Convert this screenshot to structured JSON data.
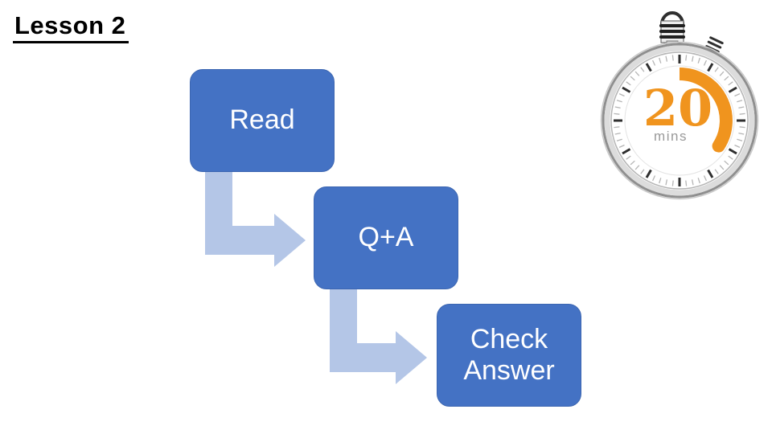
{
  "slide": {
    "title": "Lesson 2",
    "background_color": "#ffffff",
    "title_color": "#000000"
  },
  "flow": {
    "steps": [
      {
        "label": "Read"
      },
      {
        "label": "Q+A"
      },
      {
        "label": "Check Answer"
      }
    ],
    "box_color": "#4472C4",
    "box_text_color": "#ffffff",
    "arrow_color": "#B4C6E7"
  },
  "timer": {
    "value": "20",
    "unit": "mins",
    "minutes": 20,
    "dial_total_minutes": 60,
    "accent_color": "#F0941E",
    "unit_color": "#999999"
  }
}
